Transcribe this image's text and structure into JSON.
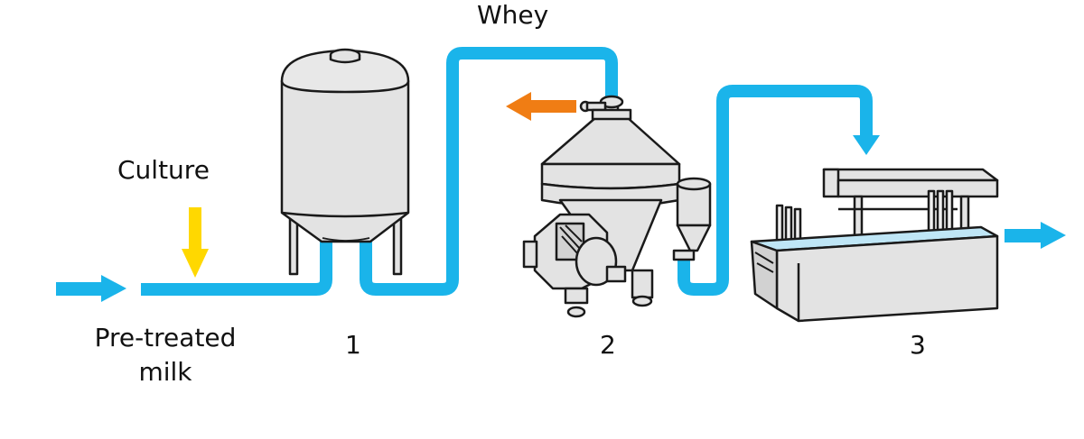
{
  "labels": {
    "whey": "Whey",
    "culture": "Culture",
    "input_line1": "Pre-treated",
    "input_line2": "milk",
    "step1": "1",
    "step2": "2",
    "step3": "3"
  },
  "colors": {
    "pipe": "#1ab4ea",
    "culture_arrow": "#ffd800",
    "whey_arrow": "#f07d14",
    "equipment_fill": "#e3e3e3",
    "outline": "#1a1a1a",
    "water": "#bfe6f6"
  },
  "icons": {
    "tank": "silo-tank-icon",
    "separator": "centrifuge-separator-icon",
    "vat": "cheese-vat-icon"
  }
}
